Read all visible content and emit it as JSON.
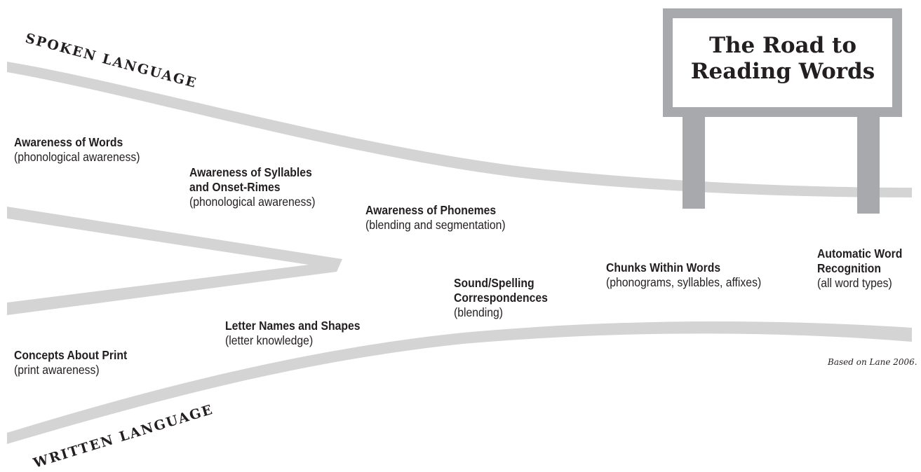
{
  "sign": {
    "line1": "The Road to",
    "line2": "Reading Words"
  },
  "roads": {
    "top_label": "SPOKEN LANGUAGE",
    "bottom_label": "WRITTEN LANGUAGE"
  },
  "stages": [
    {
      "title": "Awareness of Words",
      "subtitle": "(phonological awareness)"
    },
    {
      "title_line1": "Awareness of Syllables",
      "title_line2": "and Onset-Rimes",
      "subtitle": "(phonological awareness)"
    },
    {
      "title": "Awareness of Phonemes",
      "subtitle": "(blending and segmentation)"
    },
    {
      "title": "Concepts About Print",
      "subtitle": "(print awareness)"
    },
    {
      "title": "Letter Names and Shapes",
      "subtitle": "(letter knowledge)"
    },
    {
      "title_line1": "Sound/Spelling",
      "title_line2": "Correspondences",
      "subtitle": "(blending)"
    },
    {
      "title": "Chunks Within Words",
      "subtitle": "(phonograms, syllables, affixes)"
    },
    {
      "title_line1": "Automatic Word",
      "title_line2": "Recognition",
      "subtitle": "(all word types)"
    }
  ],
  "credit": "Based on Lane 2006."
}
